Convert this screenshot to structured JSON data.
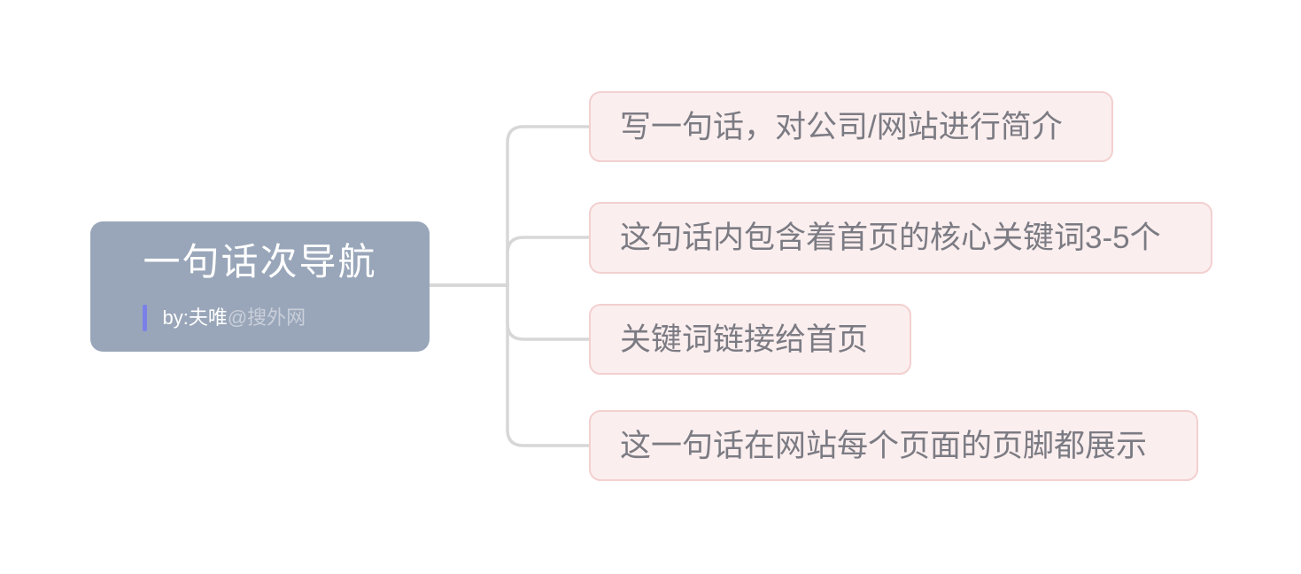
{
  "mindmap": {
    "root": {
      "label": "一句话次导航",
      "byline": {
        "author": "by:夫唯",
        "site": "@搜外网"
      }
    },
    "children": [
      {
        "label": "写一句话，对公司/网站进行简介"
      },
      {
        "label": "这句话内包含着首页的核心关键词3-5个"
      },
      {
        "label": "关键词链接给首页"
      },
      {
        "label": "这一句话在网站每个页面的页脚都展示"
      }
    ]
  },
  "colors": {
    "canvas_bg": "#ffffff",
    "root_bg": "#99a6b9",
    "root_text": "#ffffff",
    "byline_bar": "#7b80e8",
    "byline_site": "#c9cfda",
    "child_bg": "#fbeeee",
    "child_border": "#f3d0d0",
    "child_text": "#7b7b83",
    "connector": "#d7d7d7"
  }
}
